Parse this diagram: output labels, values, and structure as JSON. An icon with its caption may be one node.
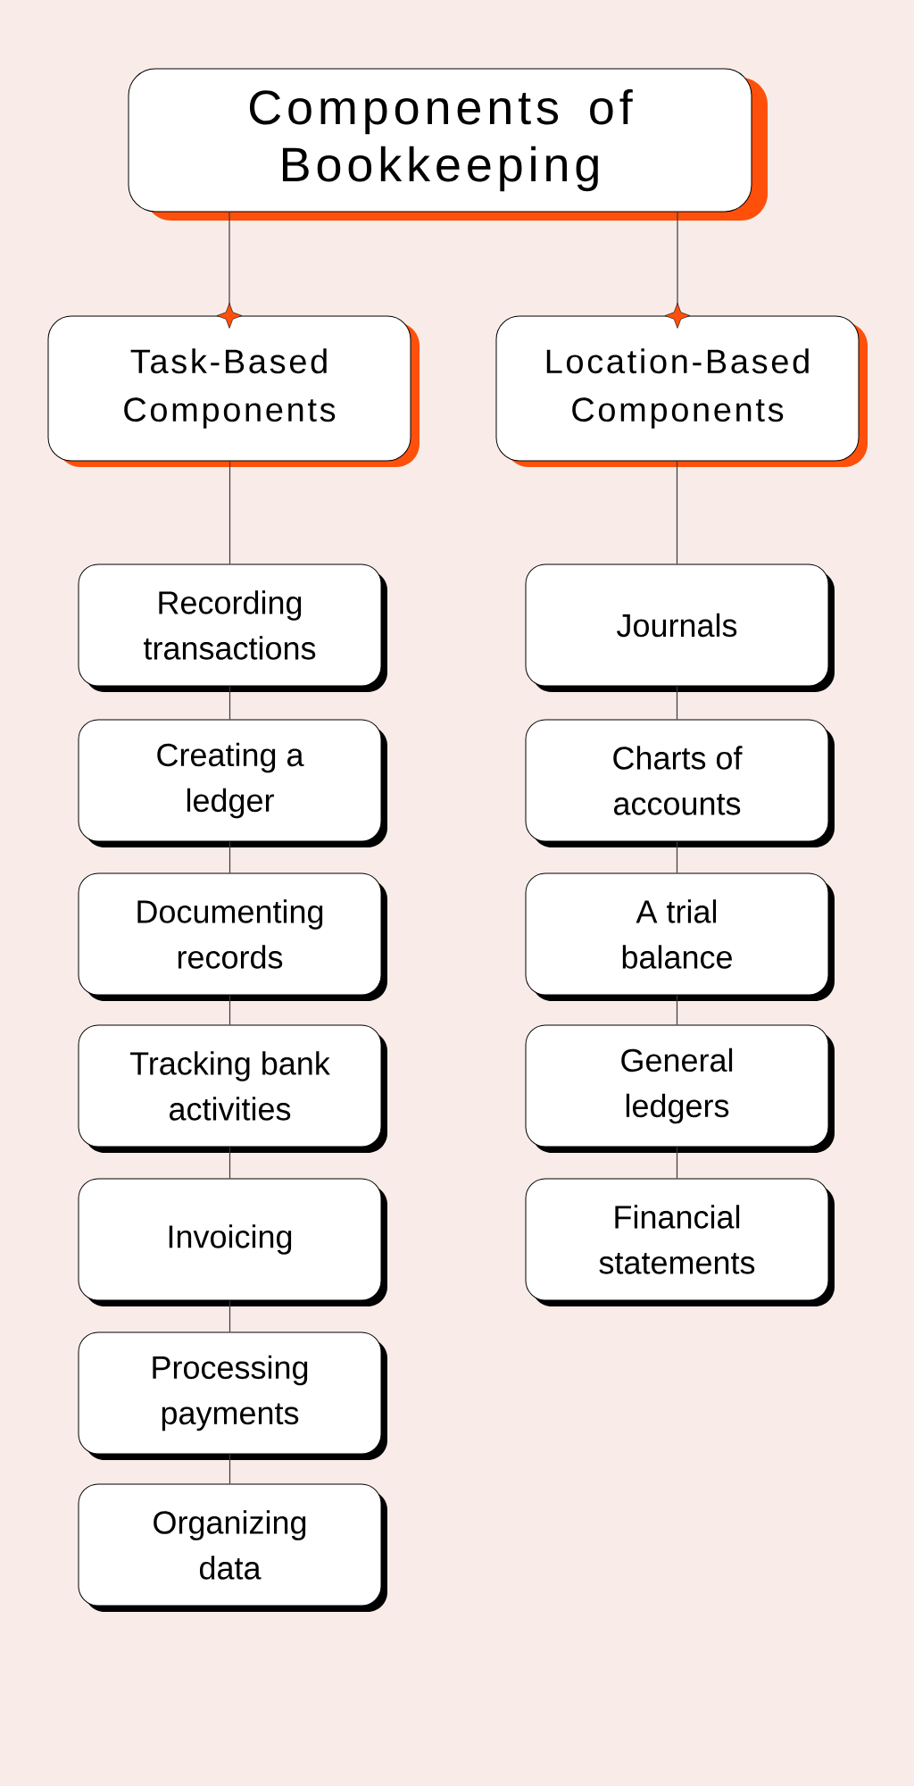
{
  "diagram": {
    "nodes": [
      {
        "text": [
          "Components of Bookkeeping"
        ]
      },
      {
        "text": [
          "Task-Based Components"
        ]
      },
      {
        "text": [
          "Location-Based Components"
        ]
      },
      {
        "text": [
          "Recording transactions"
        ]
      },
      {
        "text": [
          "Creating a ledger"
        ]
      },
      {
        "text": [
          "Documenting records"
        ]
      },
      {
        "text": [
          "Tracking bank activities"
        ]
      },
      {
        "text": [
          "Invoicing"
        ]
      },
      {
        "text": [
          "Processing payments"
        ]
      },
      {
        "text": [
          "Organizing data"
        ]
      },
      {
        "text": [
          "Journals"
        ]
      },
      {
        "text": [
          "Charts of accounts"
        ]
      },
      {
        "text": [
          "A trial balance"
        ]
      },
      {
        "text": [
          "General ledgers"
        ]
      },
      {
        "text": [
          "Financial statements"
        ]
      }
    ],
    "edges": [
      {
        "from": 0,
        "to": 1,
        "arrow": "other"
      },
      {
        "from": 0,
        "to": 2,
        "arrow": "other"
      },
      {
        "from": 1,
        "to": 3,
        "arrow": "none"
      },
      {
        "from": 3,
        "to": 4,
        "arrow": "none"
      },
      {
        "from": 4,
        "to": 5,
        "arrow": "none"
      },
      {
        "from": 5,
        "to": 6,
        "arrow": "none"
      },
      {
        "from": 6,
        "to": 7,
        "arrow": "none"
      },
      {
        "from": 7,
        "to": 8,
        "arrow": "none"
      },
      {
        "from": 8,
        "to": 9,
        "arrow": "none"
      },
      {
        "from": 2,
        "to": 10,
        "arrow": "none"
      },
      {
        "from": 10,
        "to": 11,
        "arrow": "none"
      },
      {
        "from": 11,
        "to": 12,
        "arrow": "none"
      },
      {
        "from": 12,
        "to": 13,
        "arrow": "none"
      },
      {
        "from": 13,
        "to": 14,
        "arrow": "none"
      }
    ]
  }
}
